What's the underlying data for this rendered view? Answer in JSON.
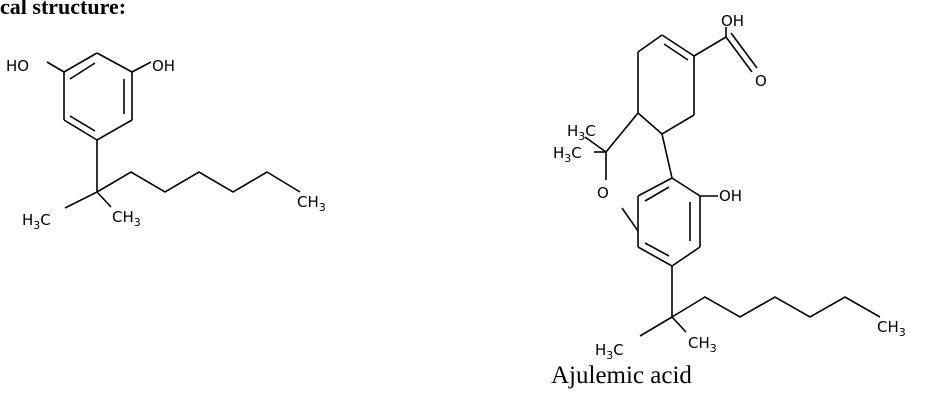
{
  "header": {
    "title": "cal structure:"
  },
  "molecule_left": {
    "labels": {
      "ho": "HO",
      "oh": "OH",
      "me_left": "H3C",
      "me_right": "CH3",
      "chain_end": "CH3"
    }
  },
  "molecule_right": {
    "name": "Ajulemic acid",
    "labels": {
      "acid_oh": "OH",
      "acid_o": "O",
      "gem_me1": "H3C",
      "gem_me2": "H3C",
      "ring_o": "O",
      "phenol_oh": "OH",
      "me_left": "H3C",
      "me_right": "CH3",
      "chain_end": "CH3"
    }
  }
}
